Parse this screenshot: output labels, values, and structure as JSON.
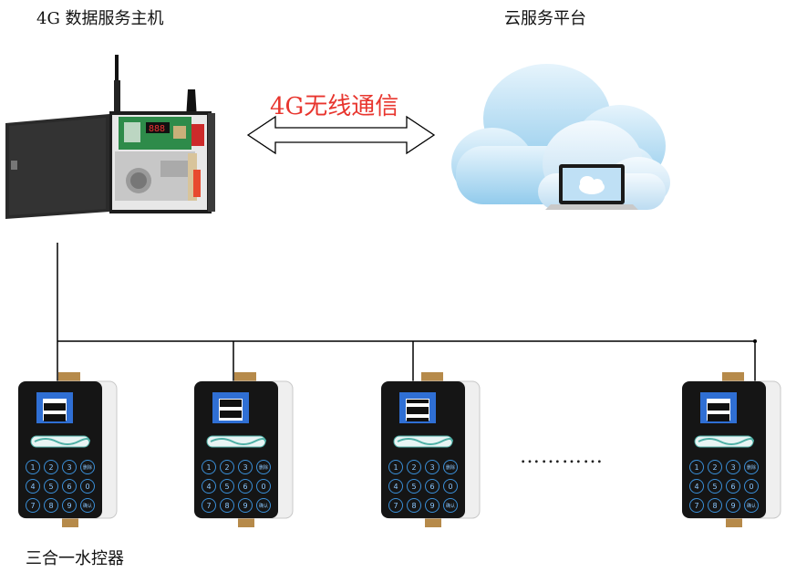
{
  "host": {
    "title": "4G 数据服务主机"
  },
  "cloud": {
    "title": "云服务平台"
  },
  "link": {
    "label": "4G无线通信"
  },
  "devices": {
    "caption": "三合一水控器",
    "ellipsis": "…………",
    "keypad": [
      "1",
      "2",
      "3",
      "删除",
      "4",
      "5",
      "6",
      "0",
      "7",
      "8",
      "9",
      "确认"
    ]
  },
  "colors": {
    "link_label": "#e8352e",
    "cloud_light": "#d9eef9",
    "cloud_mid": "#9fd2ee",
    "enclosure": "#2a2a2a",
    "device_body": "#efefef",
    "device_panel": "#151515",
    "screen": "#2f6fd4"
  }
}
